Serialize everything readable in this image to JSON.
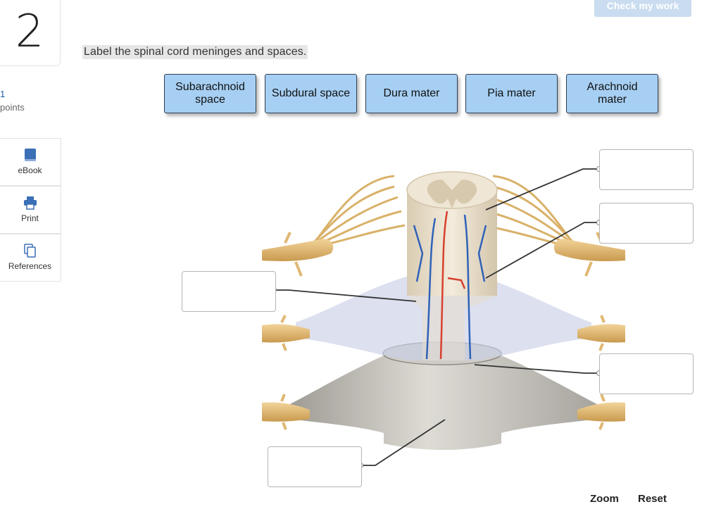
{
  "question": {
    "number": "2",
    "points_value": "1",
    "points_label": "points",
    "prompt": "Label the spinal cord meninges and spaces."
  },
  "toolbar": {
    "check_label": "Check my work"
  },
  "side_tools": [
    {
      "label": "eBook",
      "icon": "book-icon"
    },
    {
      "label": "Print",
      "icon": "printer-icon"
    },
    {
      "label": "References",
      "icon": "documents-icon"
    }
  ],
  "word_bank": [
    {
      "label": "Subarachnoid space"
    },
    {
      "label": "Subdural space"
    },
    {
      "label": "Dura mater"
    },
    {
      "label": "Pia mater"
    },
    {
      "label": "Arachnoid mater"
    }
  ],
  "drop_zones": [
    {
      "value": ""
    },
    {
      "value": ""
    },
    {
      "value": ""
    },
    {
      "value": ""
    },
    {
      "value": ""
    }
  ],
  "controls": {
    "zoom_label": "Zoom",
    "reset_label": "Reset"
  },
  "colors": {
    "tile_fill": "#a6cff3",
    "check_button": "#c9dcf0",
    "points_accent": "#1a5fa8",
    "nerve": "#e8c27e",
    "artery": "#d8402f",
    "vein": "#2f62b8"
  }
}
